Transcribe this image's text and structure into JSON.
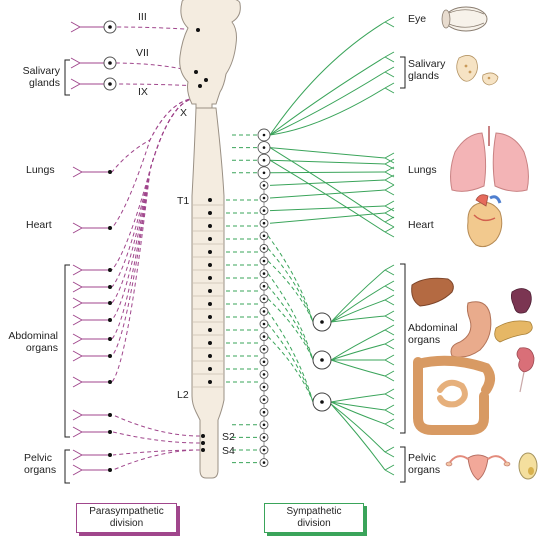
{
  "colors": {
    "parasympathetic": "#a0468c",
    "sympathetic": "#3aa45a",
    "cord_fill": "#f4ece0",
    "cord_stroke": "#9a9084"
  },
  "cranial_nerves": {
    "iii": "III",
    "vii": "VII",
    "ix": "IX",
    "x": "X"
  },
  "spinal_levels": {
    "t1": "T1",
    "l2": "L2",
    "s2": "S2",
    "s4": "S4"
  },
  "left_labels": {
    "salivary": "Salivary\nglands",
    "lungs": "Lungs",
    "heart": "Heart",
    "abdominal": "Abdominal\norgans",
    "pelvic": "Pelvic\norgans"
  },
  "right_labels": {
    "eye": "Eye",
    "salivary": "Salivary\nglands",
    "lungs": "Lungs",
    "heart": "Heart",
    "abdominal": "Abdominal\norgans",
    "pelvic": "Pelvic\norgans"
  },
  "legend": {
    "parasympathetic": "Parasympathetic\ndivision",
    "sympathetic": "Sympathetic\ndivision"
  },
  "icons": [
    "eye-icon",
    "salivary-glands-icon",
    "lungs-icon",
    "heart-icon",
    "liver-icon",
    "stomach-icon",
    "spleen-icon",
    "pancreas-icon",
    "kidney-icon",
    "intestines-icon",
    "uterus-icon",
    "ovary-icon"
  ]
}
